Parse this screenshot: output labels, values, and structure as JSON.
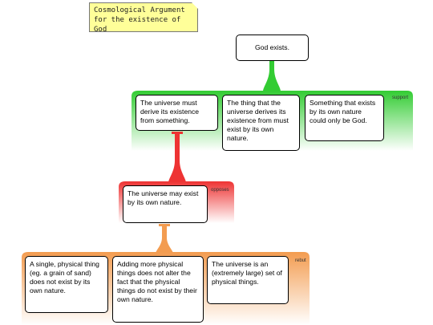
{
  "note": {
    "title": "Cosmological Argument for the existence of God"
  },
  "claim": {
    "text": "God exists."
  },
  "support": {
    "label": "support",
    "color": "#33cc33",
    "premises": [
      "The universe must derive its existence from something.",
      "The thing that the universe derives its existence from must exist by its own nature.",
      "Something that exists by its own nature could only be God."
    ]
  },
  "oppose": {
    "label": "opposes",
    "color": "#ee3333",
    "premises": [
      "The universe may exist by its own nature."
    ]
  },
  "rebut": {
    "label": "rebut",
    "color": "#f39c50",
    "premises": [
      "A single, physical thing (eg. a grain of sand) does not exist by its own nature.",
      "Adding more physical things does not alter the fact that the physical things do not exist by their own nature.",
      "The universe is an (extremely large) set of physical things."
    ]
  }
}
